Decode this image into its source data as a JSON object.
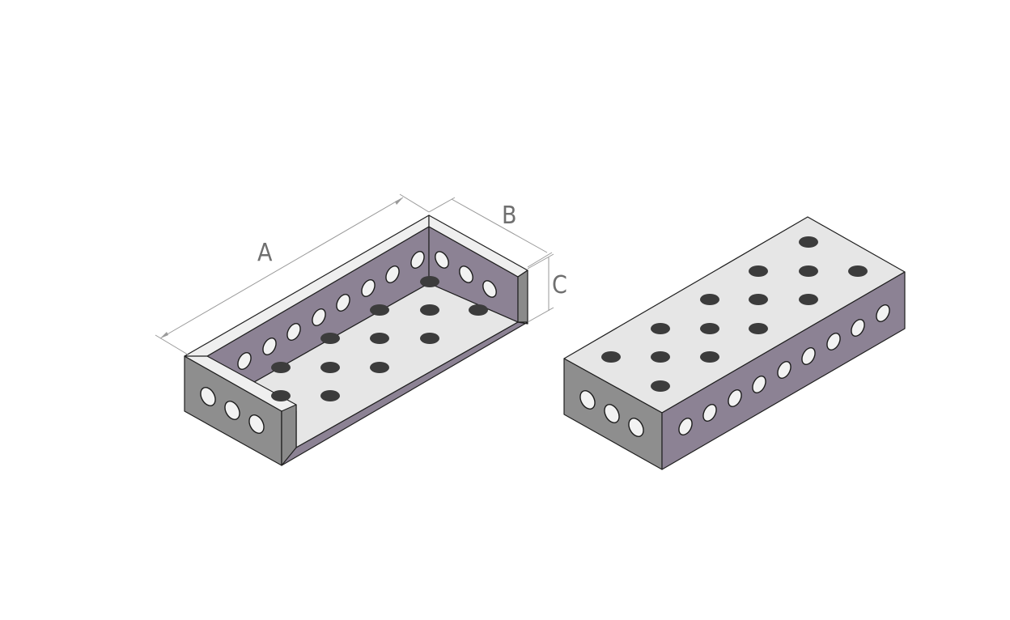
{
  "dimensions": {
    "a": "A",
    "b": "B",
    "c": "C"
  },
  "colors": {
    "top_face": "#e6e6e6",
    "inner_wall": "#8c8294",
    "outer_wall": "#8e8e8e",
    "hole": "#3c3c3c"
  }
}
